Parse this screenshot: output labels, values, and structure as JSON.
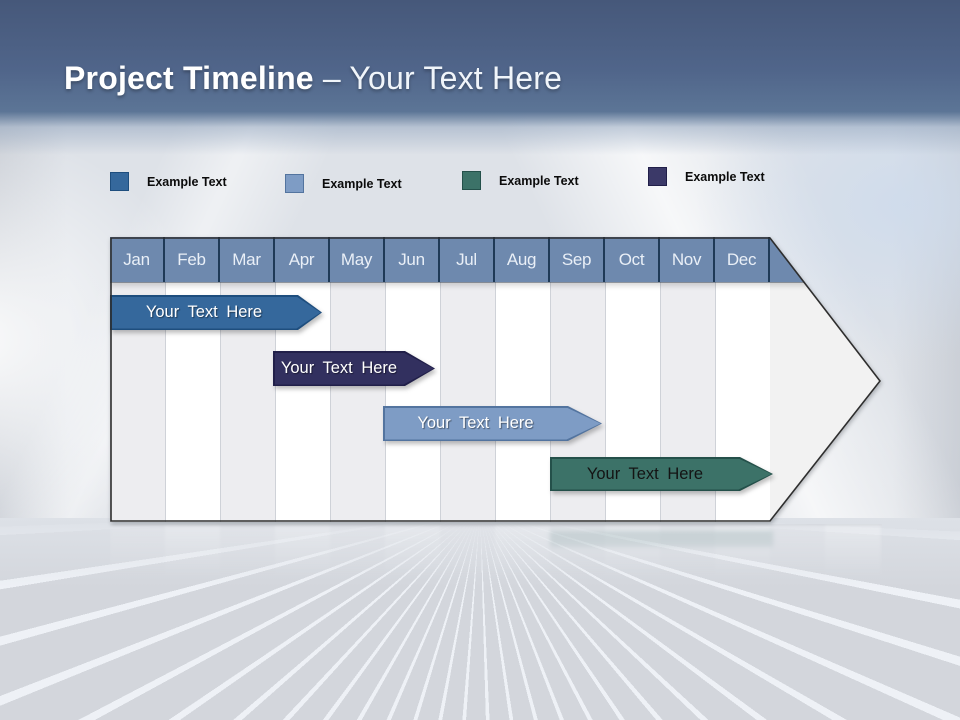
{
  "title": {
    "main": "Project Timeline ",
    "secondary": "– Your Text Here"
  },
  "legend": [
    {
      "label": "Example Text",
      "color": "#35689C"
    },
    {
      "label": "Example Text",
      "color": "#7E9CC5"
    },
    {
      "label": "Example Text",
      "color": "#3C7268"
    },
    {
      "label": "Example Text",
      "color": "#3B3968"
    }
  ],
  "timeline": {
    "header_color": "#6E89AE",
    "months": [
      "Jan",
      "Feb",
      "Mar",
      "Apr",
      "May",
      "Jun",
      "Jul",
      "Aug",
      "Sep",
      "Oct",
      "Nov",
      "Dec"
    ],
    "bars": [
      {
        "label": "Your Text Here",
        "color": "#35689C",
        "text_color": "#FFFFFF"
      },
      {
        "label": "Your Text Here",
        "color": "#32305F",
        "text_color": "#FFFFFF"
      },
      {
        "label": "Your Text Here",
        "color": "#7E9CC5",
        "text_color": "#FFFFFF"
      },
      {
        "label": "Your Text Here",
        "color": "#3C7268",
        "text_color": "#141414"
      }
    ]
  }
}
